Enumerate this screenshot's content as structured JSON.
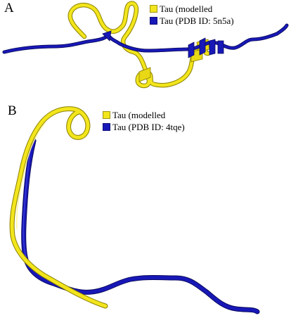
{
  "colors": {
    "modelled": "#f2e51c",
    "pdb": "#1818b8"
  },
  "panel_a": {
    "label": "A",
    "legend": {
      "modelled": "Tau (modelled",
      "pdb": "Tau (PDB ID: 5n5a)"
    }
  },
  "panel_b": {
    "label": "B",
    "legend": {
      "modelled": "Tau (modelled",
      "pdb": "Tau (PDB ID: 4tqe)"
    }
  }
}
